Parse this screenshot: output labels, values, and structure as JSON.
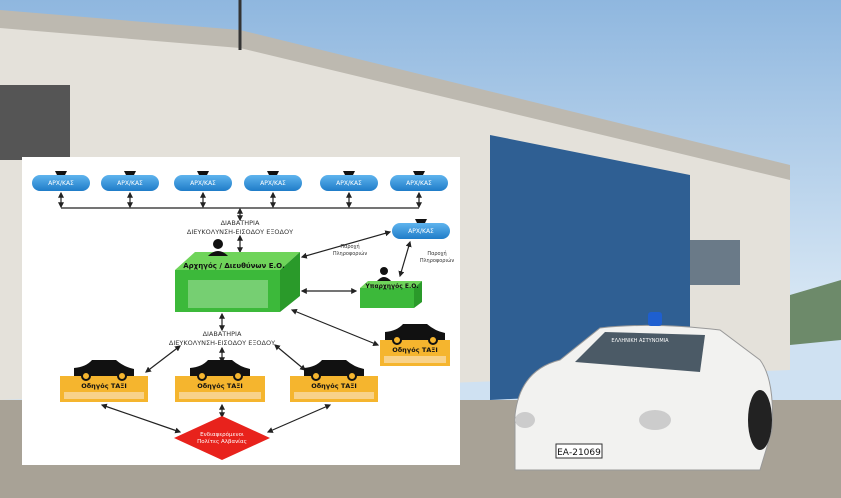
{
  "diagram": {
    "top_units": [
      "ΑΡΧ/ΚΑΣ",
      "ΑΡΧ/ΚΑΣ",
      "ΑΡΧ/ΚΑΣ",
      "ΑΡΧ/ΚΑΣ",
      "ΑΡΧ/ΚΑΣ",
      "ΑΡΧ/ΚΑΣ"
    ],
    "right_unit": "ΑΡΧ/ΚΑΣ",
    "passports_1": "ΔΙΑΒΑΤΗΡΙΑ",
    "facilitation_1": "ΔΙΕΥΚΟΛΥΝΣΗ-ΕΙΣΟΔΟΥ ΕΞΟΔΟΥ",
    "passports_2": "ΔΙΑΒΑΤΗΡΙΑ",
    "facilitation_2": "ΔΙΕΥΚΟΛΥΝΣΗ-ΕΙΣΟΔΟΥ ΕΞΟΔΟΥ",
    "leader": "Αρχηγός / Διευθύνων Ε.Ο.",
    "deputy": "Υπαρχηγός Ε.Ο.",
    "info_1": [
      "Παροχή",
      "Πληροφοριών"
    ],
    "info_2": [
      "Παροχή",
      "Πληροφοριών"
    ],
    "taxi_drivers": [
      "Οδηγός ΤΑΞΙ",
      "Οδηγός ΤΑΞΙ",
      "Οδηγός ΤΑΞΙ",
      "Οδηγός ΤΑΞΙ"
    ],
    "citizens": [
      "Ενδιαφερόμενοι",
      "Πολίτες Αλβανίας"
    ]
  },
  "photo": {
    "plate": "ΕΑ-21069",
    "windshield": "ΕΛΛΗΝΙΚΗ ΑΣΤΥΝΟΜΙΑ"
  },
  "colors": {
    "green": "#3cb93a",
    "taxi": "#f5b52e",
    "pill": "#2f8fd6",
    "diamond": "#e8221c"
  }
}
